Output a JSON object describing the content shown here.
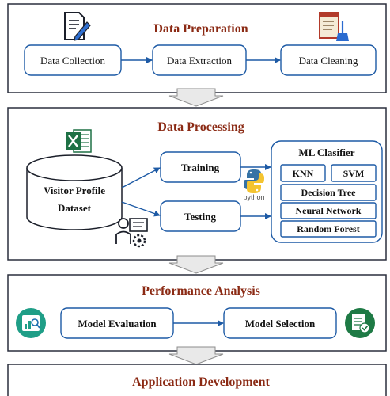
{
  "sections": {
    "preparation": {
      "title": "Data Preparation",
      "steps": [
        "Data Collection",
        "Data Extraction",
        "Data Cleaning"
      ]
    },
    "processing": {
      "title": "Data Processing",
      "dataset": [
        "Visitor Profile",
        "Dataset"
      ],
      "training": "Training",
      "testing": "Testing",
      "python_label": "python",
      "classifier": {
        "title": "ML Clasifier",
        "items": [
          "KNN",
          "SVM",
          "Decision Tree",
          "Neural Network",
          "Random Forest"
        ]
      }
    },
    "performance": {
      "title": "Performance Analysis",
      "evaluation": "Model Evaluation",
      "selection": "Model Selection"
    },
    "application": {
      "title": "Application Development"
    }
  },
  "colors": {
    "title": "#8b2a14",
    "box_border": "#1d5aa5",
    "section_border": "#2a2f3d",
    "excel_green": "#1e7145",
    "python_blue": "#3572a5",
    "python_yellow": "#f4c430"
  },
  "icons": [
    "document-pen-icon",
    "document-broom-icon",
    "excel-icon",
    "python-icon",
    "engineer-gear-icon",
    "chart-analysis-icon",
    "spreadsheet-check-icon"
  ]
}
